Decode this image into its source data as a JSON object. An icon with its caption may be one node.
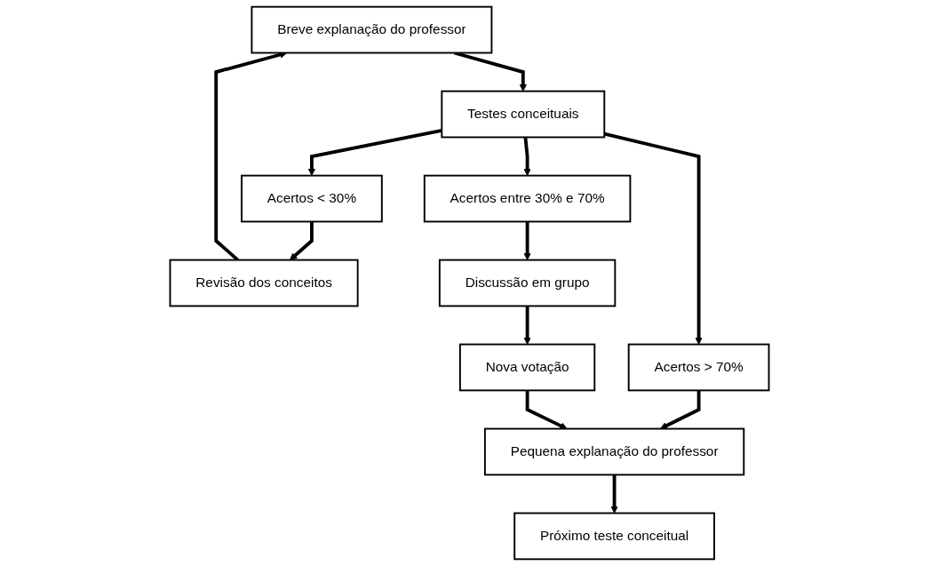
{
  "diagram": {
    "nodes": [
      {
        "text": [
          "Breve explanação do professor"
        ]
      },
      {
        "text": [
          "Testes conceituais"
        ]
      },
      {
        "text": [
          "Acertos < 30%"
        ]
      },
      {
        "text": [
          "Acertos entre 30% e 70%"
        ]
      },
      {
        "text": [
          "Acertos > 70%"
        ]
      },
      {
        "text": [
          "Revisão dos conceitos"
        ]
      },
      {
        "text": [
          "Discussão em  grupo"
        ]
      },
      {
        "text": [
          "Pequena explanação do professor"
        ]
      },
      {
        "text": [
          "Nova votação"
        ]
      },
      {
        "text": [
          "Próximo teste conceitual"
        ]
      }
    ],
    "edges": [
      {
        "from": 0,
        "to": 1,
        "arrow": "to"
      },
      {
        "from": 1,
        "to": 2,
        "arrow": "to"
      },
      {
        "from": 1,
        "to": 3,
        "arrow": "to"
      },
      {
        "from": 1,
        "to": 4,
        "arrow": "to"
      },
      {
        "from": 2,
        "to": 5,
        "arrow": "to"
      },
      {
        "from": 3,
        "to": 6,
        "arrow": "to"
      },
      {
        "from": 4,
        "to": 7,
        "arrow": "to"
      },
      {
        "from": 5,
        "to": 0,
        "arrow": "to"
      },
      {
        "from": 6,
        "to": 8,
        "arrow": "to"
      },
      {
        "from": 8,
        "to": 7,
        "arrow": "to"
      },
      {
        "from": 7,
        "to": 9,
        "arrow": "to"
      }
    ]
  }
}
